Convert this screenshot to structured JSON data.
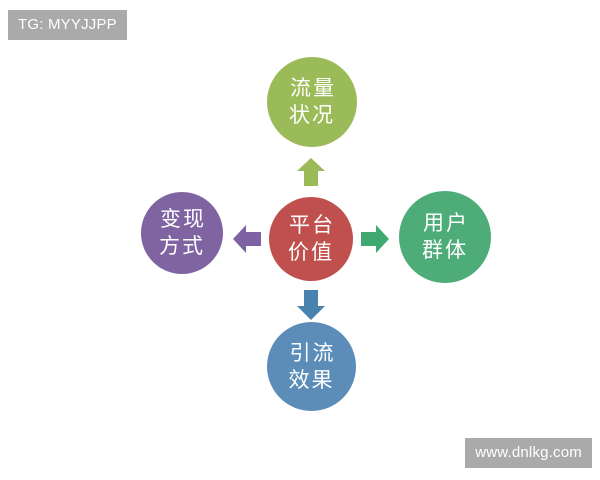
{
  "watermarks": {
    "top_left": "TG: MYYJJPP",
    "bottom_right": "www.dnlkg.com"
  },
  "diagram": {
    "type": "hub-and-spoke",
    "background_color": "#ffffff",
    "center": {
      "label": "平台\n价值",
      "label_plain": "平台价值",
      "color": "#c0504d",
      "text_color": "#ffffff"
    },
    "nodes": [
      {
        "id": "top",
        "label": "流量\n状况",
        "label_plain": "流量状况",
        "color": "#9bbb59",
        "text_color": "#ffffff",
        "position": "top"
      },
      {
        "id": "right",
        "label": "用户\n群体",
        "label_plain": "用户群体",
        "color": "#4eac79",
        "text_color": "#ffffff",
        "position": "right"
      },
      {
        "id": "bottom",
        "label": "引流\n效果",
        "label_plain": "引流效果",
        "color": "#5b8db8",
        "text_color": "#ffffff",
        "position": "bottom"
      },
      {
        "id": "left",
        "label": "变现\n方式",
        "label_plain": "变现方式",
        "color": "#8064a2",
        "text_color": "#ffffff",
        "position": "left"
      }
    ],
    "arrows": [
      {
        "id": "up",
        "direction": "up",
        "color": "#9bbb59",
        "from": "center",
        "to": "top"
      },
      {
        "id": "right",
        "direction": "right",
        "color": "#3fa971",
        "from": "center",
        "to": "right"
      },
      {
        "id": "down",
        "direction": "down",
        "color": "#4a82ae",
        "from": "center",
        "to": "bottom"
      },
      {
        "id": "left",
        "direction": "left",
        "color": "#7d62a4",
        "from": "center",
        "to": "left"
      }
    ]
  }
}
